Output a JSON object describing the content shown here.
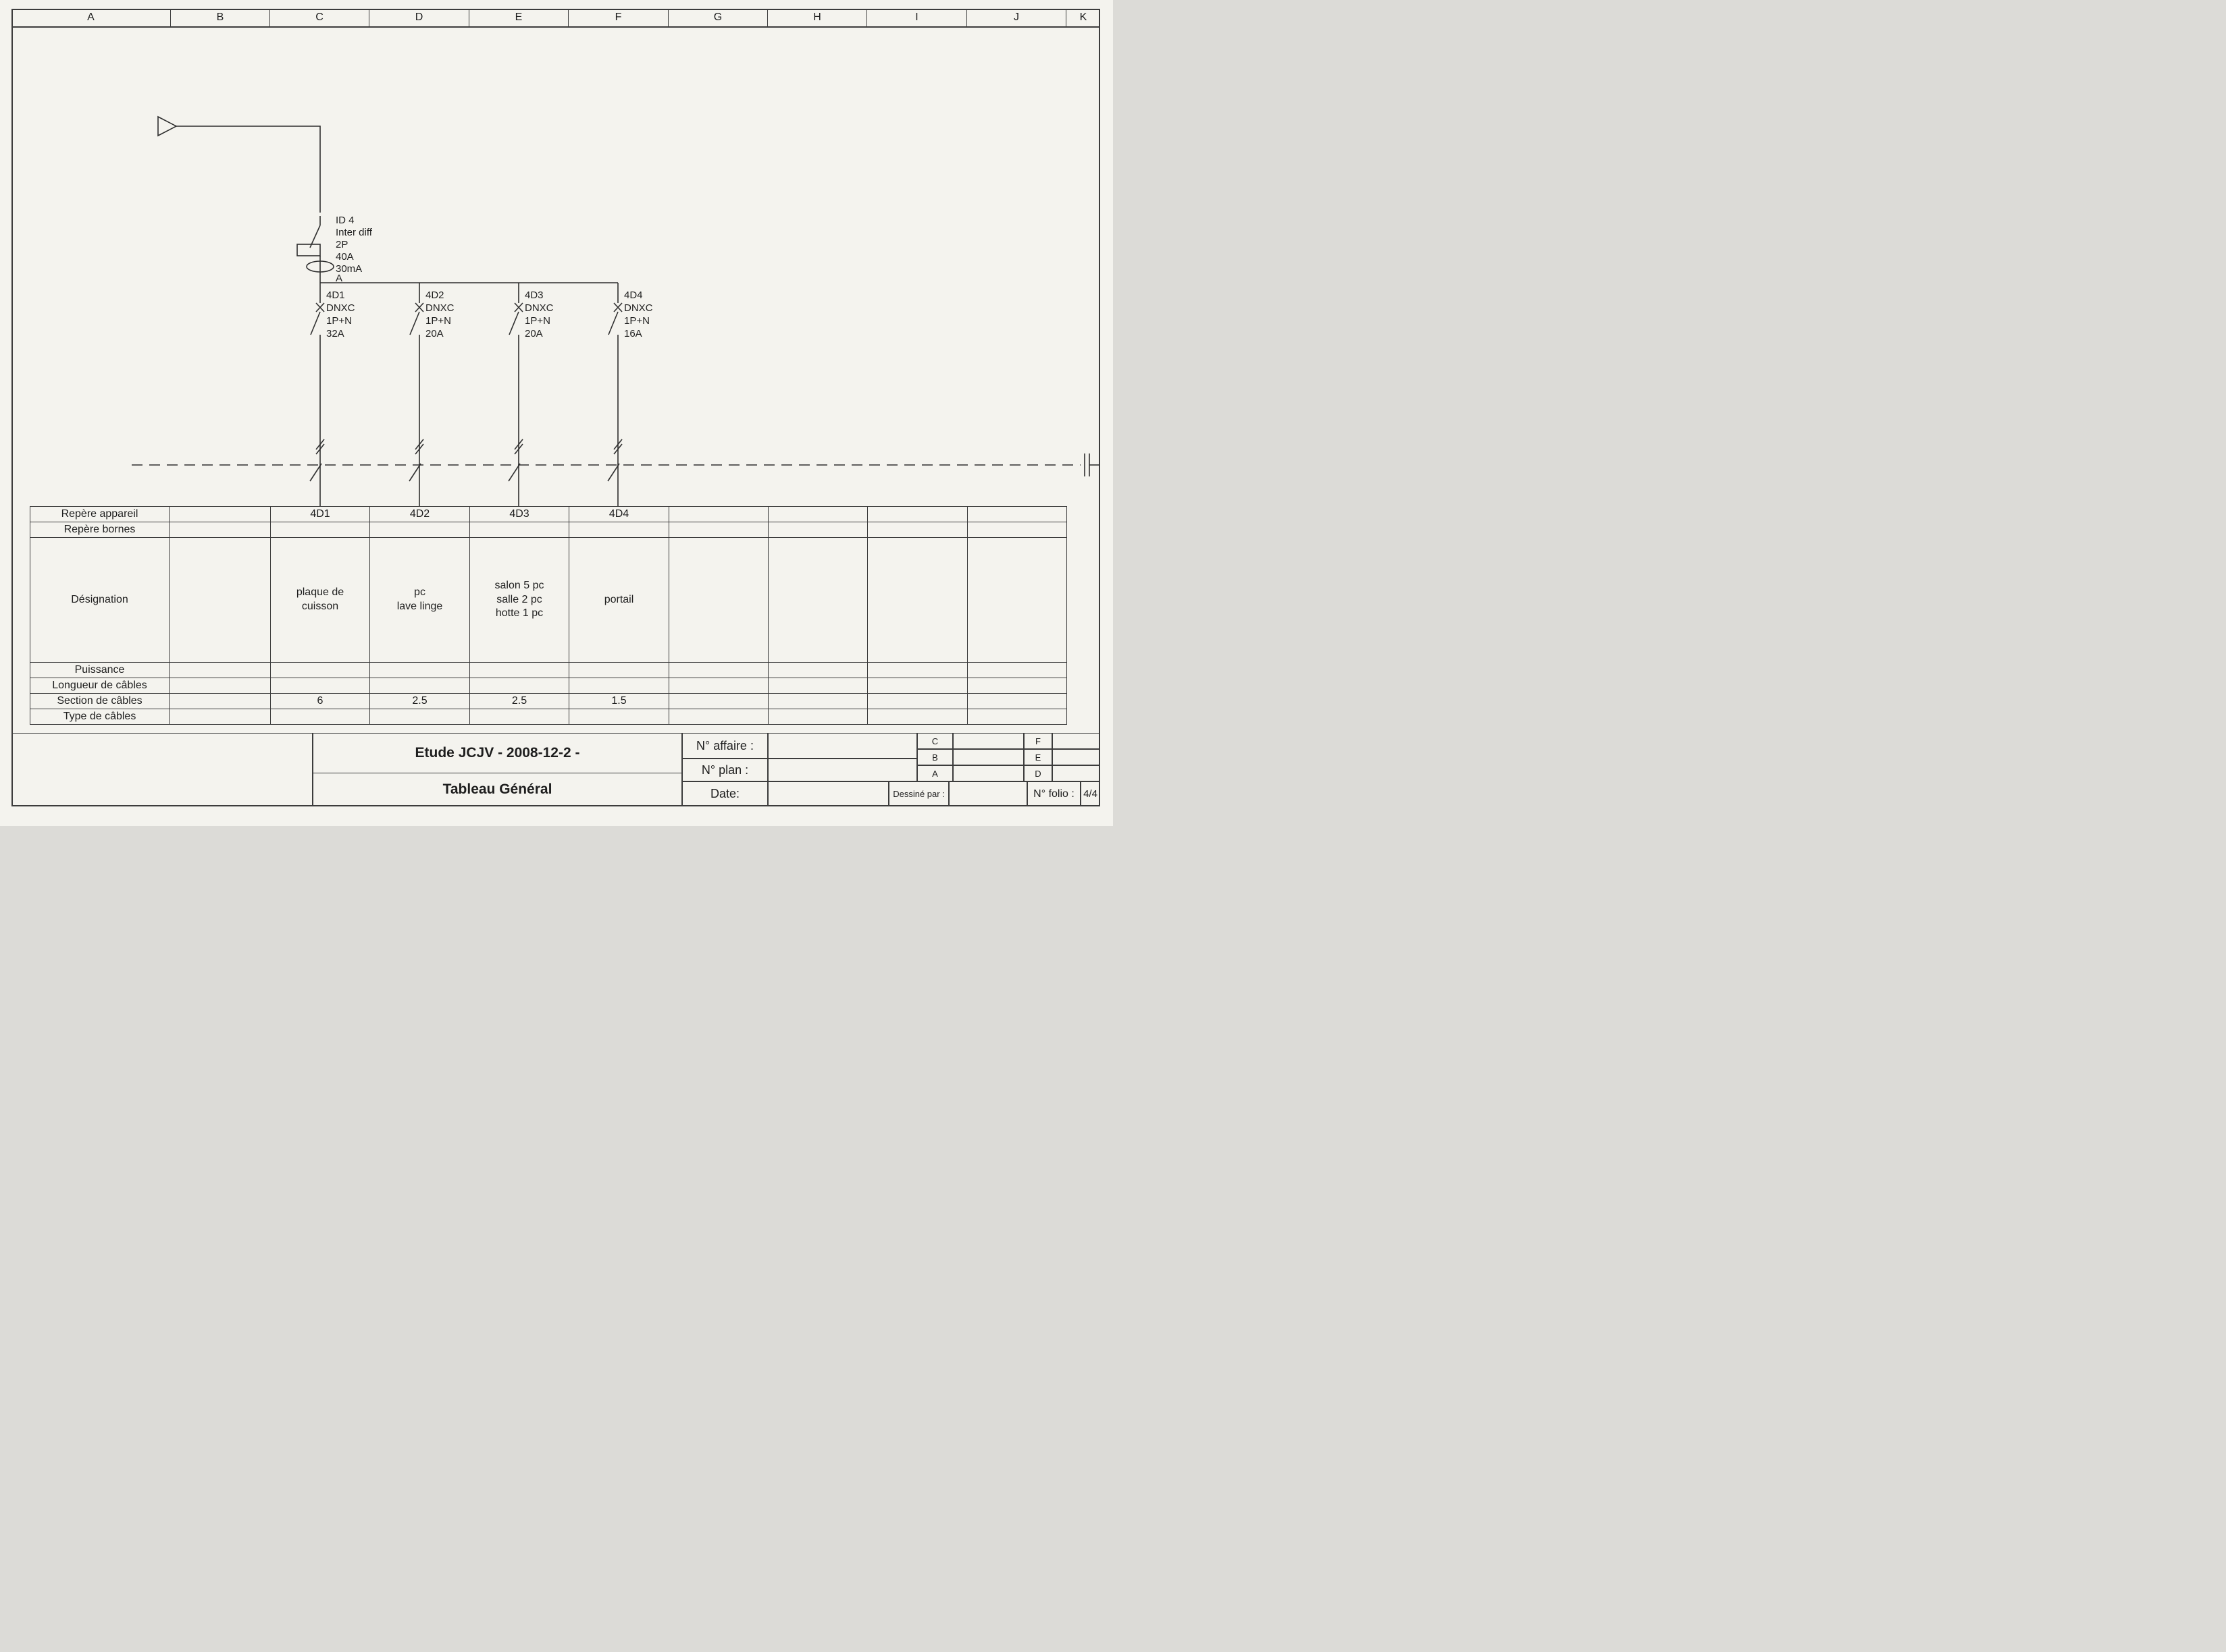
{
  "ruler": {
    "cols": [
      "A",
      "B",
      "C",
      "D",
      "E",
      "F",
      "G",
      "H",
      "I",
      "J",
      "K"
    ]
  },
  "diagram": {
    "main_switch": {
      "lines": [
        "ID 4",
        "Inter diff",
        "2P",
        "40A",
        "30mA",
        "A"
      ]
    },
    "circuits": [
      {
        "id": "4D1",
        "model": "DNXC",
        "poles": "1P+N",
        "rating": "32A"
      },
      {
        "id": "4D2",
        "model": "DNXC",
        "poles": "1P+N",
        "rating": "20A"
      },
      {
        "id": "4D3",
        "model": "DNXC",
        "poles": "1P+N",
        "rating": "20A"
      },
      {
        "id": "4D4",
        "model": "DNXC",
        "poles": "1P+N",
        "rating": "16A"
      }
    ]
  },
  "table": {
    "row_labels": {
      "repere_appareil": "Repère appareil",
      "repere_bornes": "Repère bornes",
      "designation": "Désignation",
      "puissance": "Puissance",
      "longueur": "Longueur de câbles",
      "section": "Section de câbles",
      "type": "Type de câbles"
    },
    "repere_appareil_values": [
      "4D1",
      "4D2",
      "4D3",
      "4D4"
    ],
    "designation_values": [
      "plaque de\ncuisson",
      "pc\nlave linge",
      "salon 5 pc\nsalle 2 pc\nhotte 1 pc",
      "portail"
    ],
    "section_values": [
      "6",
      "2.5",
      "2.5",
      "1.5"
    ]
  },
  "title_block": {
    "study": "Etude JCJV - 2008-12-2 -",
    "title": "Tableau Général",
    "affaire_label": "N° affaire :",
    "plan_label": "N° plan :",
    "date_label": "Date:",
    "dessine_label": "Dessiné par :",
    "folio_label": "N° folio :",
    "folio_value": "4/4",
    "rev_left": [
      "C",
      "B",
      "A"
    ],
    "rev_right": [
      "F",
      "E",
      "D"
    ]
  },
  "colors": {
    "paper": "#f4f3ee",
    "ink": "#3c3c3c"
  }
}
